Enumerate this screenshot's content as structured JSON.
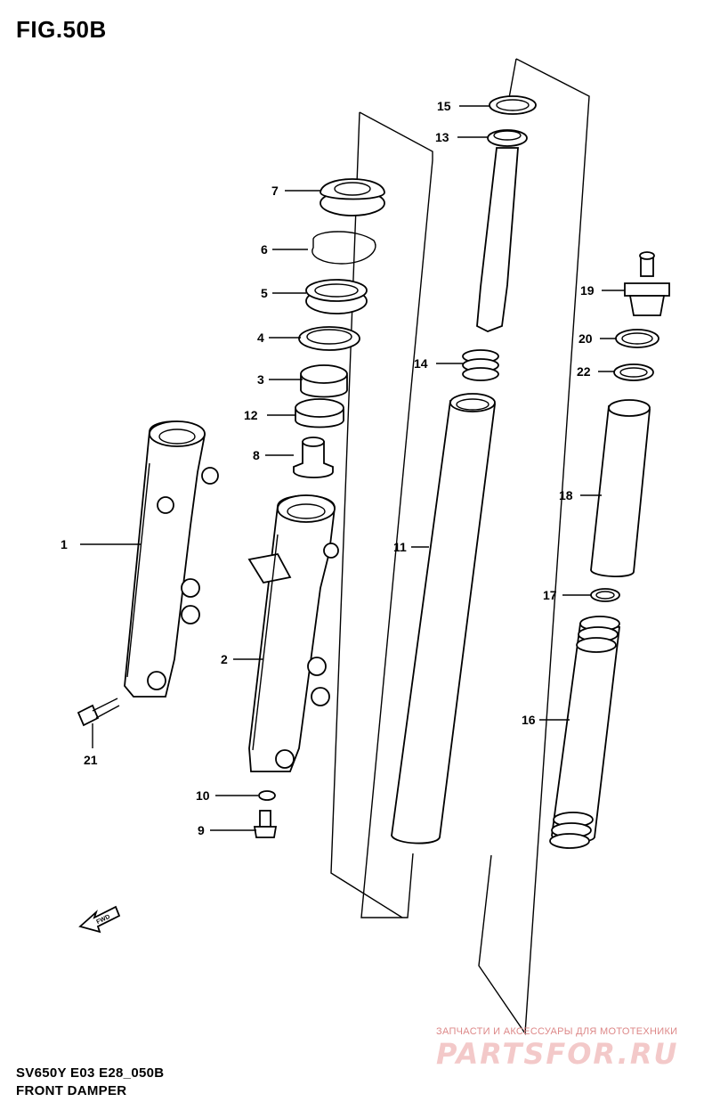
{
  "figure": {
    "title": "FIG.50B",
    "model_code": "SV650Y E03 E28_050B",
    "name": "FRONT DAMPER"
  },
  "callouts": [
    "1",
    "2",
    "3",
    "4",
    "5",
    "6",
    "7",
    "8",
    "9",
    "10",
    "11",
    "12",
    "13",
    "14",
    "15",
    "16",
    "17",
    "18",
    "19",
    "20",
    "21",
    "22"
  ],
  "direction_badge": "FWD",
  "watermark": {
    "subtitle": "ЗАПЧАСТИ И АКСЕССУАРЫ ДЛЯ МОТОТЕХНИКИ",
    "logo": "PARTSFOR.RU"
  }
}
